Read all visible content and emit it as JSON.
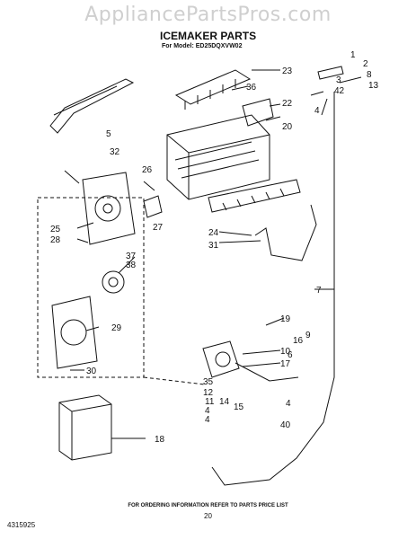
{
  "watermark": "AppliancePartsPros.com",
  "title": "ICEMAKER PARTS",
  "model_line": "For Model: ED25DQXVW02",
  "footer_note": "FOR ORDERING INFORMATION REFER TO PARTS PRICE LIST",
  "page_number": "20",
  "document_number": "4315925",
  "callouts": [
    "1",
    "2",
    "8",
    "3",
    "13",
    "42",
    "23",
    "36",
    "22",
    "4",
    "20",
    "5",
    "32",
    "26",
    "24",
    "31",
    "25",
    "28",
    "27",
    "37",
    "38",
    "7",
    "29",
    "19",
    "10",
    "16",
    "9",
    "6",
    "17",
    "30",
    "35",
    "12",
    "11",
    "4",
    "14",
    "15",
    "4",
    "4",
    "40",
    "18"
  ]
}
